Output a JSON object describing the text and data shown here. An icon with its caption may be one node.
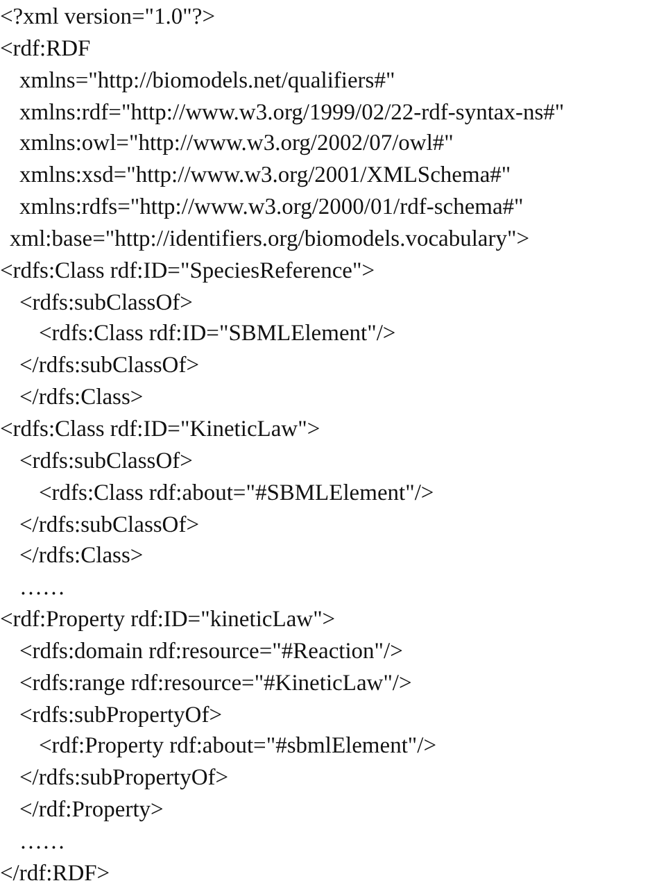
{
  "diagram": {
    "labels": [
      "<?xml version=\"1.0\"?>",
      "<rdf:RDF",
      "xmlns=\"http://biomodels.net/qualifiers#\"",
      "xmlns:rdf=\"http://www.w3.org/1999/02/22-rdf-syntax-ns#\"",
      "xmlns:owl=\"http://www.w3.org/2002/07/owl#\"",
      "xmlns:xsd=\"http://www.w3.org/2001/XMLSchema#\"",
      "xmlns:rdfs=\"http://www.w3.org/2000/01/rdf-schema#\"",
      "xml:base=\"http://identifiers.org/biomodels.vocabulary\">",
      "<rdfs:Class rdf:ID=\"SpeciesReference\">",
      "<rdfs:subClassOf>",
      "<rdfs:Class rdf:ID=\"SBMLElement\"/>",
      "</rdfs:subClassOf>",
      "</rdfs:Class>",
      "<rdfs:Class rdf:ID=\"KineticLaw\">",
      "<rdfs:subClassOf>",
      "<rdfs:Class rdf:about=\"#SBMLElement\"/>",
      "</rdfs:subClassOf>",
      "</rdfs:Class>",
      "……",
      "<rdf:Property rdf:ID=\"kineticLaw\">",
      "<rdfs:domain rdf:resource=\"#Reaction\"/>",
      "<rdfs:range rdf:resource=\"#KineticLaw\"/>",
      "<rdfs:subPropertyOf>",
      "<rdf:Property rdf:about=\"#sbmlElement\"/>",
      "</rdfs:subPropertyOf>",
      "</rdf:Property>",
      "……",
      "</rdf:RDF>"
    ]
  }
}
